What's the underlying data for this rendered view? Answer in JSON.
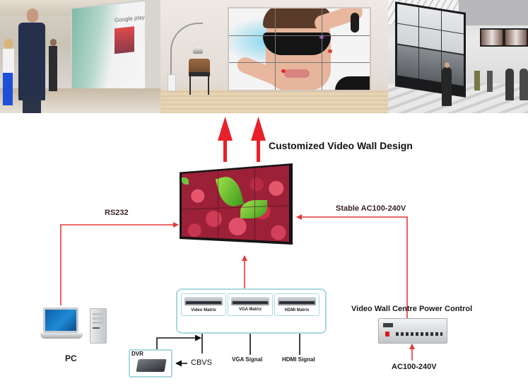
{
  "title": "Customized Video Wall Design",
  "photos": [
    {
      "id": "airport-google-play-wall",
      "caption_text": "Google play"
    },
    {
      "id": "living-room-3x3-wall"
    },
    {
      "id": "mall-large-video-wall"
    }
  ],
  "diagram": {
    "main_display": {
      "name": "video-wall-display",
      "content": "raspberries with green leaves"
    },
    "connections": {
      "rs232": "RS232",
      "stable_power": "Stable AC100-240V"
    },
    "matrix_group": [
      {
        "label": "Video Matrix"
      },
      {
        "label": "VGA Matrix"
      },
      {
        "label": "HDMI Matrix"
      }
    ],
    "signals": {
      "cbvs": "CBVS",
      "vga": "VGA Signal",
      "hdmi": "HDMI Signal"
    },
    "dvr": {
      "label": "DVR"
    },
    "pc": {
      "label": "PC"
    },
    "power_control": {
      "label": "Video Wall Centre Power Control",
      "input": "AC100-240V"
    }
  },
  "colors": {
    "arrow_red": "#e8202a",
    "line_red": "#e23a3a",
    "box_border": "#a9d9dd",
    "signal_black": "#111111"
  }
}
